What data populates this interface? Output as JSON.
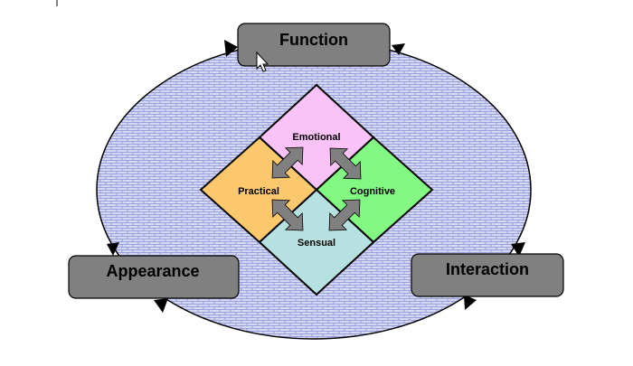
{
  "colors": {
    "ellipse_fill": "#d5d8f2",
    "ellipse_brick": "#8a90d8",
    "box_fill": "#808080",
    "emotional": "#f9c3f7",
    "practical": "#fbc86e",
    "cognitive": "#82f782",
    "sensual": "#b7e1e0",
    "double_arrow": "#808080",
    "outline": "#000000"
  },
  "boxes": {
    "function": "Function",
    "appearance": "Appearance",
    "interaction": "Interaction"
  },
  "quadrants": {
    "emotional": "Emotional",
    "practical": "Practical",
    "cognitive": "Cognitive",
    "sensual": "Sensual"
  },
  "icons": {
    "cursor": "mouse-pointer-icon",
    "double_arrow": "double-headed-arrow-icon"
  }
}
